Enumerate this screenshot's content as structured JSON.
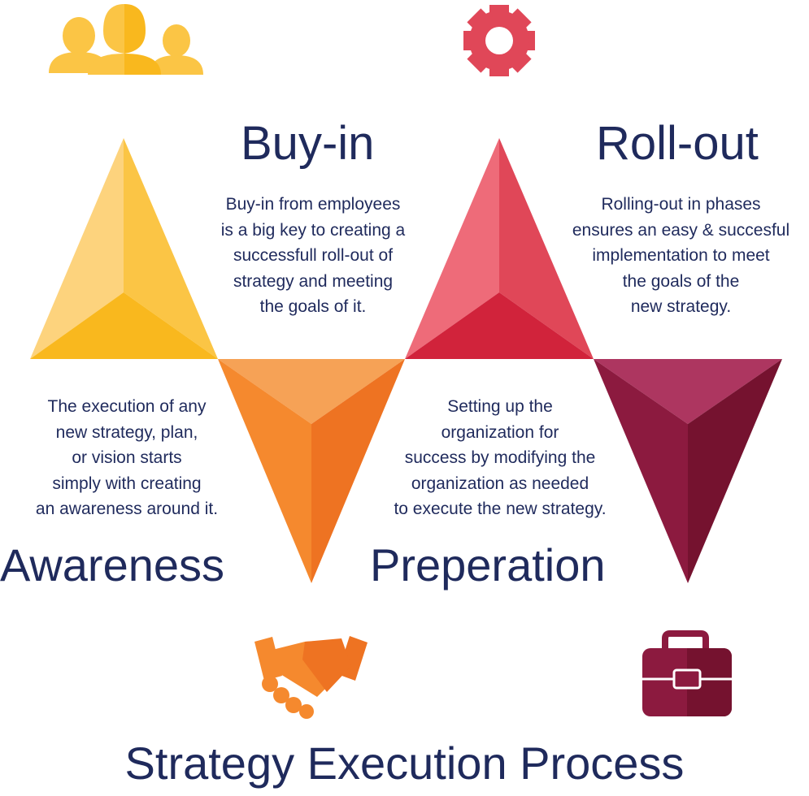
{
  "title": "Strategy Execution Process",
  "colors": {
    "text": "#1f2a5c",
    "awareness": "#f9b81e",
    "buyin": "#f47a24",
    "rollout": "#d9233e",
    "preperation": "#8c1a3f"
  },
  "stages": {
    "buyin": {
      "title": "Buy-in",
      "description": [
        "Buy-in from employees",
        "is a big key to creating a",
        "successfull roll-out of",
        "strategy and meeting",
        "the goals of it."
      ],
      "icon": "people-icon"
    },
    "rollout": {
      "title": "Roll-out",
      "description": [
        "Rolling-out in phases",
        "ensures an easy & succesful",
        "implementation to meet",
        "the goals of the",
        "new strategy."
      ],
      "icon": "gear-icon"
    },
    "awareness": {
      "title": "Awareness",
      "description": [
        "The execution of any",
        "new strategy, plan,",
        "or vision starts",
        "simply with creating",
        "an awareness around it."
      ],
      "icon": "handshake-icon"
    },
    "preperation": {
      "title": "Preperation",
      "description": [
        "Setting up the",
        "organization for",
        "success by modifying the",
        "organization as needed",
        "to execute the new strategy."
      ],
      "icon": "briefcase-icon"
    }
  }
}
